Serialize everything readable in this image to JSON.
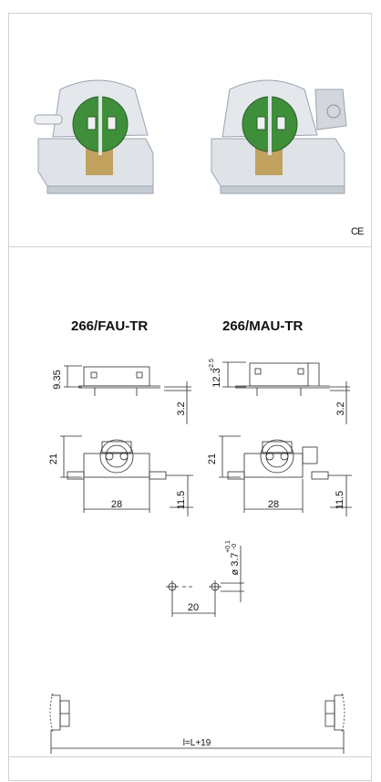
{
  "certification": "CE",
  "models": [
    {
      "name": "266/FAU-TR"
    },
    {
      "name": "266/MAU-TR"
    }
  ],
  "colors": {
    "line": "#2a2a2a",
    "frame": "#cfcfcf",
    "body_clear": "#d8dde3",
    "green_disc": "#3f8f3a",
    "contact_gold": "#b8903a",
    "screw_white": "#e9ecef"
  },
  "dims": {
    "fau_height": "9.35",
    "mau_height": "12.3",
    "mau_height_tol": "+2.5",
    "offset_left": "3.2",
    "offset_right": "3.2",
    "width_left": "21",
    "width_right": "21",
    "length_left": "28",
    "length_right": "28",
    "base_left": "11.5",
    "base_right": "11.5",
    "hole_dia": "ø 3.7",
    "hole_tol_plus": "+0.1",
    "hole_tol_minus": "-0",
    "hole_spacing": "20",
    "length_formula": "l=L+19"
  }
}
